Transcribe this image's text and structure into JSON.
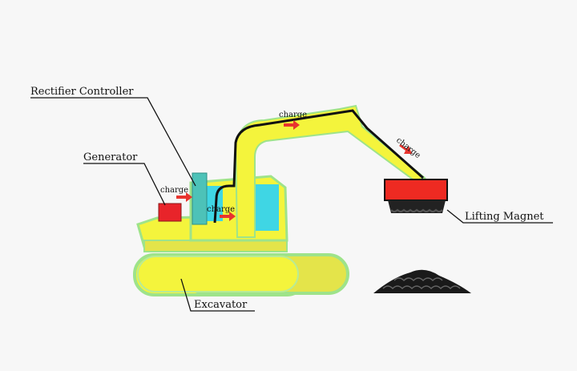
{
  "labels": {
    "rectifier_controller": "Rectifier Controller",
    "generator": "Generator",
    "lifting_magnet": "Lifting Magnet",
    "excavator": "Excavator"
  },
  "charges": [
    "charge",
    "charge",
    "charge",
    "charge"
  ],
  "colors": {
    "body": "#f4f43c",
    "body_shade": "#e4e44a",
    "outline": "#9ee38a",
    "cab_glass": "#3fd6e4",
    "controller": "#4dc2b8",
    "generator": "#e8242a",
    "magnet": "#ee2a22",
    "cable": "#111111",
    "arrow": "#e8342e"
  }
}
